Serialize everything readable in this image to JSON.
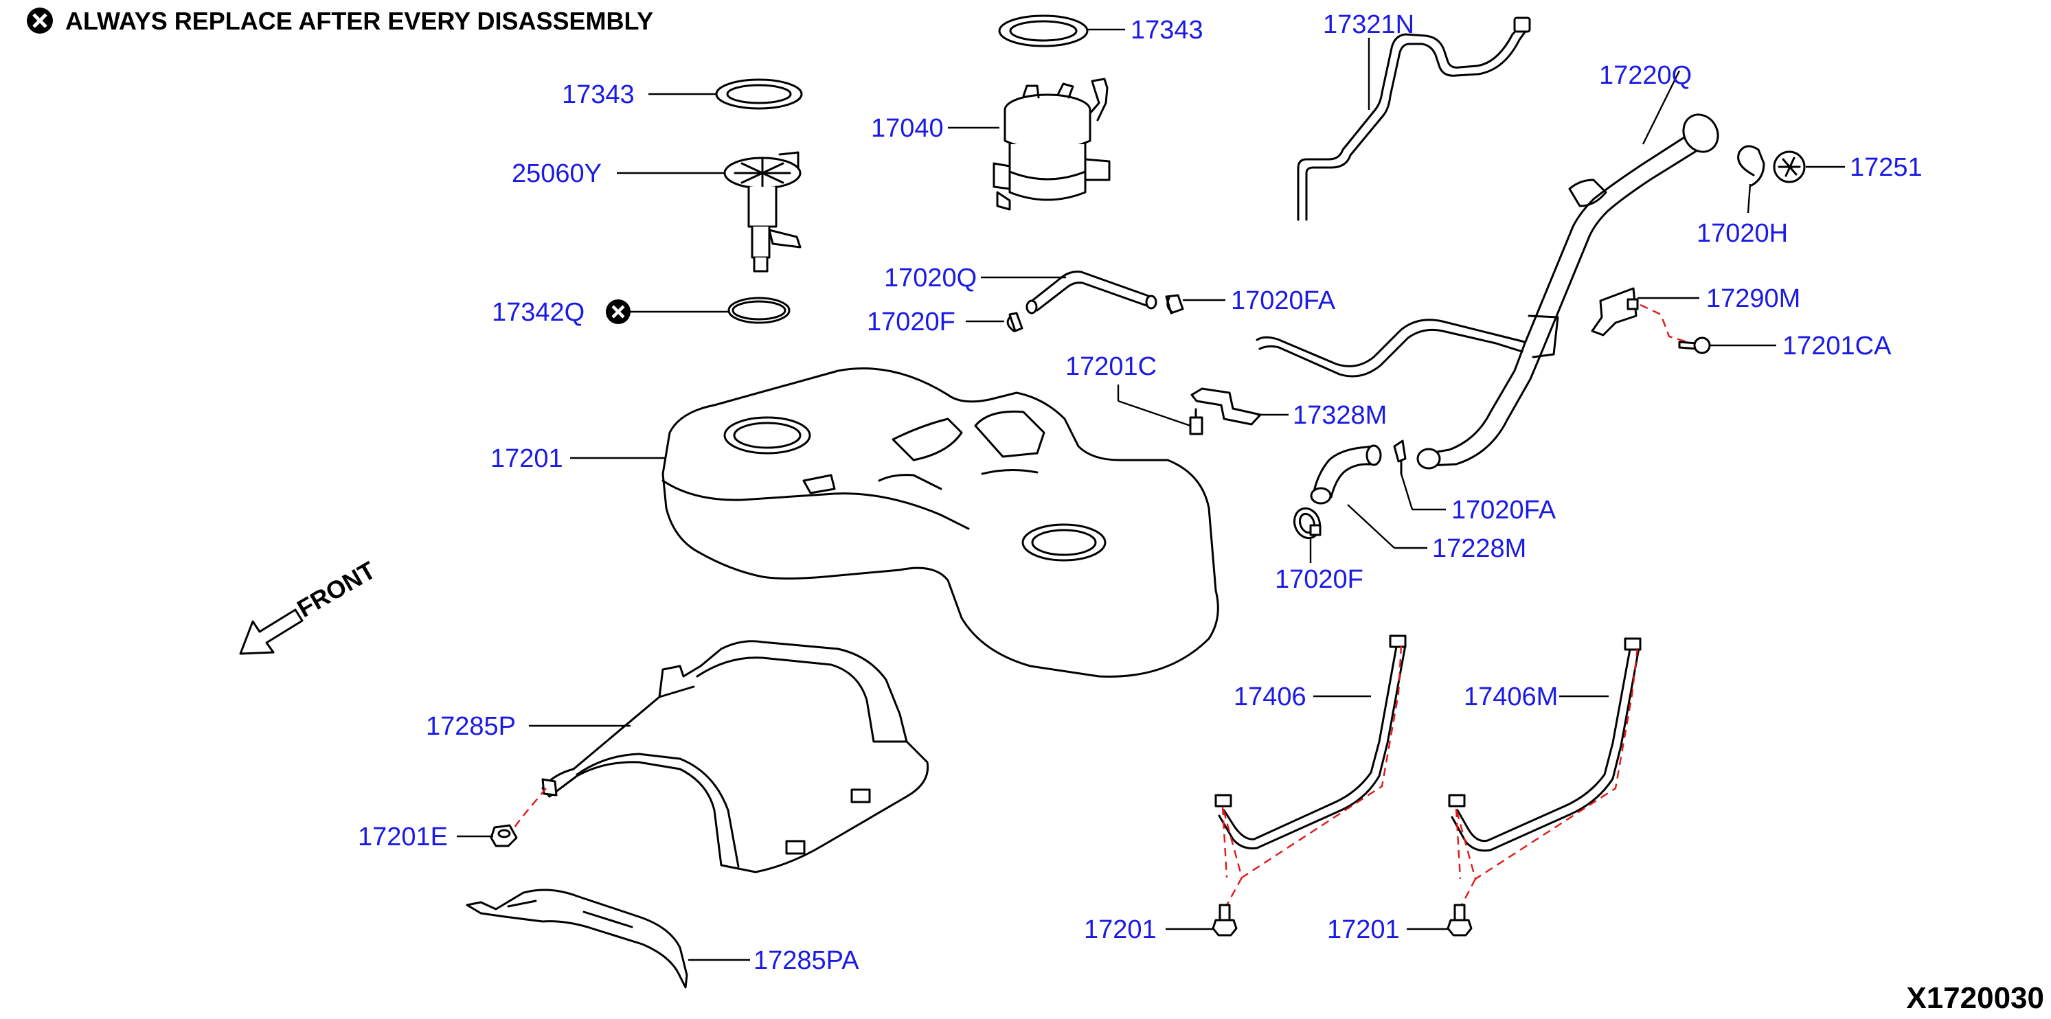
{
  "note": {
    "text": "ALWAYS REPLACE AFTER EVERY DISASSEMBLY",
    "icon": "x-circle-icon"
  },
  "front_label": "FRONT",
  "diagram_id": "X1720030",
  "labels": {
    "p17343_left": "17343",
    "p25060Y": "25060Y",
    "p17342Q": "17342Q",
    "p17343_top": "17343",
    "p17040": "17040",
    "p17321N": "17321N",
    "p17220Q": "17220Q",
    "p17251": "17251",
    "p17020H": "17020H",
    "p17020Q": "17020Q",
    "p17020FA_top": "17020FA",
    "p17020F_top": "17020F",
    "p17290M": "17290M",
    "p17201CA": "17201CA",
    "p17201C": "17201C",
    "p17328M": "17328M",
    "p17201_tank": "17201",
    "p17020FA_mid": "17020FA",
    "p17228M": "17228M",
    "p17020F_mid": "17020F",
    "p17285P": "17285P",
    "p17406": "17406",
    "p17406M": "17406M",
    "p17201E": "17201E",
    "p17201_bolt1": "17201",
    "p17201_bolt2": "17201",
    "p17285PA": "17285PA"
  }
}
